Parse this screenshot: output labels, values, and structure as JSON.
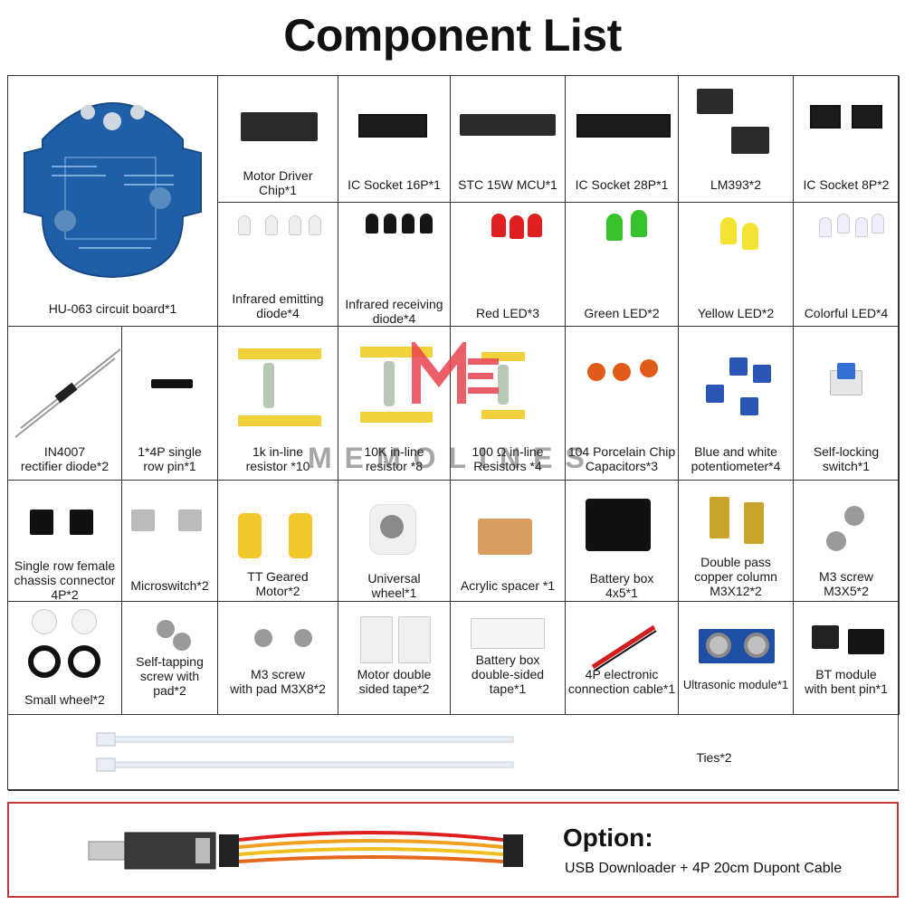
{
  "title": "Component List",
  "colors": {
    "pcb": "#1f5fa8",
    "border": "#333333",
    "option_border": "#c0393b",
    "watermark": "#e8434f"
  },
  "items": [
    {
      "label": "HU-063 circuit board*1"
    },
    {
      "label": "Motor Driver\nChip*1"
    },
    {
      "label": "IC Socket 16P*1"
    },
    {
      "label": "STC 15W MCU*1"
    },
    {
      "label": "IC Socket 28P*1"
    },
    {
      "label": "LM393*2"
    },
    {
      "label": "IC Socket 8P*2"
    },
    {
      "label": "Infrared emitting\ndiode*4"
    },
    {
      "label": "Infrared receiving\ndiode*4"
    },
    {
      "label": "Red LED*3"
    },
    {
      "label": "Green LED*2"
    },
    {
      "label": "Yellow LED*2"
    },
    {
      "label": "Colorful LED*4"
    },
    {
      "label": "IN4007\nrectifier diode*2"
    },
    {
      "label": "1*4P single\nrow pin*1"
    },
    {
      "label": "1k in-line\nresistor *10"
    },
    {
      "label": "10K in-line\nresistor *8"
    },
    {
      "label": "100 Ω in-line\nResistors *4"
    },
    {
      "label": "104 Porcelain Chip\nCapacitors*3"
    },
    {
      "label": "Blue and white\npotentiometer*4"
    },
    {
      "label": "Self-locking\nswitch*1"
    },
    {
      "label": "Single row female\nchassis connector\n4P*2"
    },
    {
      "label": "Microswitch*2"
    },
    {
      "label": "TT Geared\nMotor*2"
    },
    {
      "label": "Universal\nwheel*1"
    },
    {
      "label": "Acrylic spacer *1"
    },
    {
      "label": "Battery box\n4x5*1"
    },
    {
      "label": "Double pass\ncopper column\nM3X12*2"
    },
    {
      "label": "M3 screw\nM3X5*2"
    },
    {
      "label": "Small wheel*2"
    },
    {
      "label": "Self-tapping\nscrew with\npad*2"
    },
    {
      "label": "M3 screw\nwith pad M3X8*2"
    },
    {
      "label": "Motor double\nsided tape*2"
    },
    {
      "label": "Battery box\ndouble-sided\ntape*1"
    },
    {
      "label": "4P electronic\nconnection cable*1"
    },
    {
      "label": "Ultrasonic module*1"
    },
    {
      "label": "BT module\nwith bent pin*1"
    },
    {
      "label": "Ties*2"
    }
  ],
  "option": {
    "title": "Option:",
    "subtitle": "USB Downloader + 4P 20cm Dupont Cable"
  },
  "watermark": "MEMOLINES"
}
